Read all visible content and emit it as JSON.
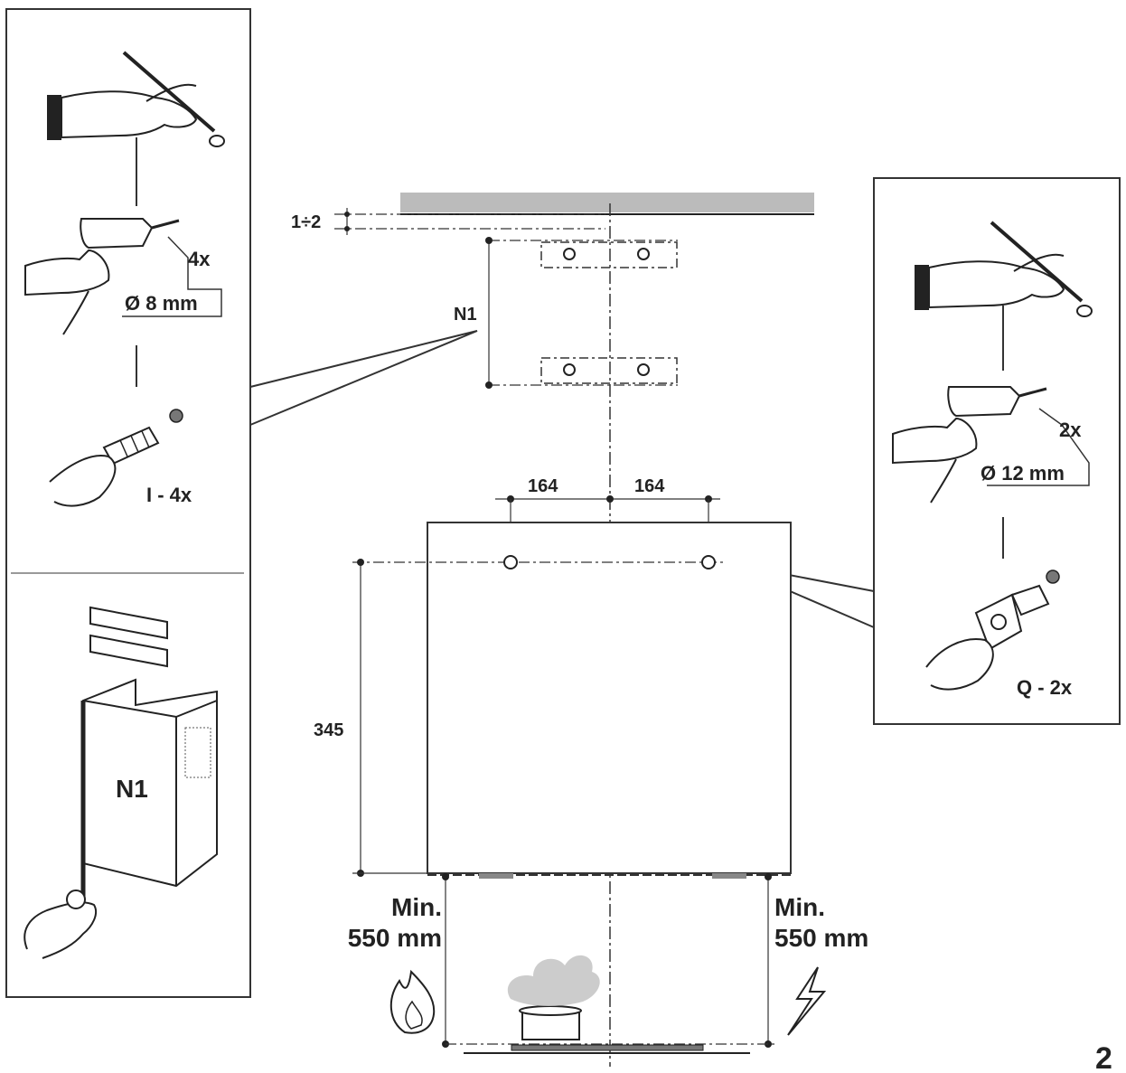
{
  "left_panel": {
    "drill_count": "4x",
    "drill_diameter": "Ø 8 mm",
    "plug_label": "I - 4x",
    "chimney_label": "N1"
  },
  "right_panel": {
    "drill_count": "2x",
    "drill_diameter": "Ø 12 mm",
    "screw_label": "Q - 2x"
  },
  "main_drawing": {
    "ceiling_gap": "1÷2",
    "bracket_label": "N1",
    "hole_offset_left": "164",
    "hole_offset_right": "164",
    "hole_height": "345",
    "min_left_line1": "Min.",
    "min_left_line2": "550 mm",
    "min_right_line1": "Min.",
    "min_right_line2": "550 mm"
  },
  "page_number": "2"
}
